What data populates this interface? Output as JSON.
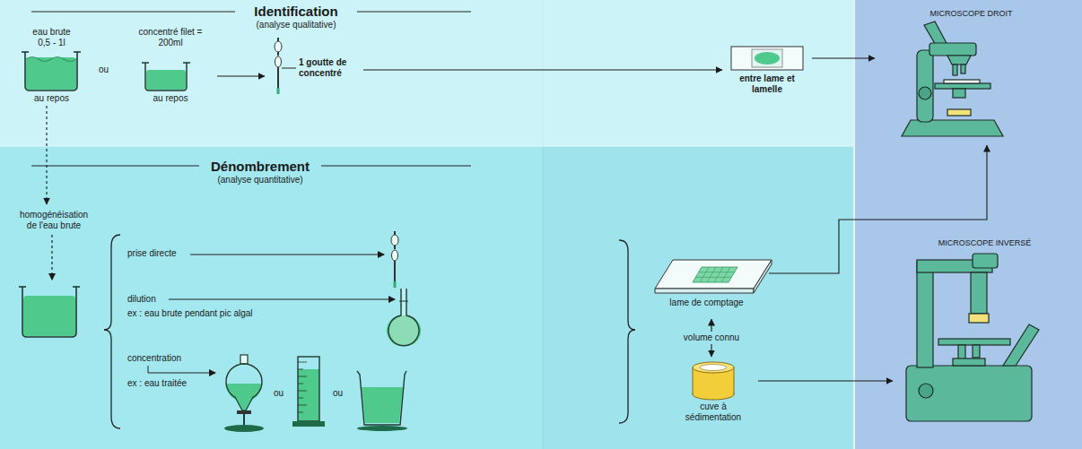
{
  "diagram": {
    "nodes": [
      {
        "text": [
          "Identification",
          "(analyse qualitative)"
        ]
      },
      {
        "text": [
          "eau brute 0,5 - 1l",
          "au repos"
        ],
        "in": 0
      },
      {
        "text": [
          "concentré filet = 200ml",
          "au repos"
        ],
        "in": 0
      },
      {
        "text": [
          "1 goutte de concentré"
        ],
        "in": 0
      },
      {
        "text": [
          "entre lame et lamelle"
        ],
        "in": 0
      },
      {
        "text": [
          "MICROSCOPE DROIT"
        ]
      },
      {
        "text": [
          "Dénombrement",
          "(analyse quantitative)"
        ]
      },
      {
        "text": [
          "homogénéisation de l'eau brute"
        ],
        "in": 6
      },
      {
        "text": [
          "prise directe"
        ],
        "in": 6
      },
      {
        "text": [
          "dilution",
          "ex : eau brute pendant pic algal"
        ],
        "in": 6
      },
      {
        "text": [
          "concentration",
          "ex : eau traitée"
        ],
        "in": 6
      },
      {
        "text": [
          "lame de comptage"
        ],
        "in": 6
      },
      {
        "text": [
          "cuve à sédimentation"
        ],
        "in": 6
      },
      {
        "text": [
          "MICROSCOPE INVERSÉ"
        ]
      }
    ],
    "edges": [
      {
        "from": 2,
        "to": 3,
        "arrow": "to"
      },
      {
        "from": 3,
        "to": 4,
        "arrow": "to"
      },
      {
        "from": 4,
        "to": 5,
        "arrow": "to"
      },
      {
        "from": 1,
        "to": 7,
        "arrow": "to"
      },
      {
        "from": 11,
        "to": 5,
        "arrow": "to"
      },
      {
        "from": 12,
        "to": 13,
        "arrow": "to"
      },
      {
        "from": 12,
        "to": 11,
        "label": "volume connu",
        "arrow": "both"
      }
    ],
    "labels": [
      "ou",
      "ou",
      "ou"
    ]
  }
}
